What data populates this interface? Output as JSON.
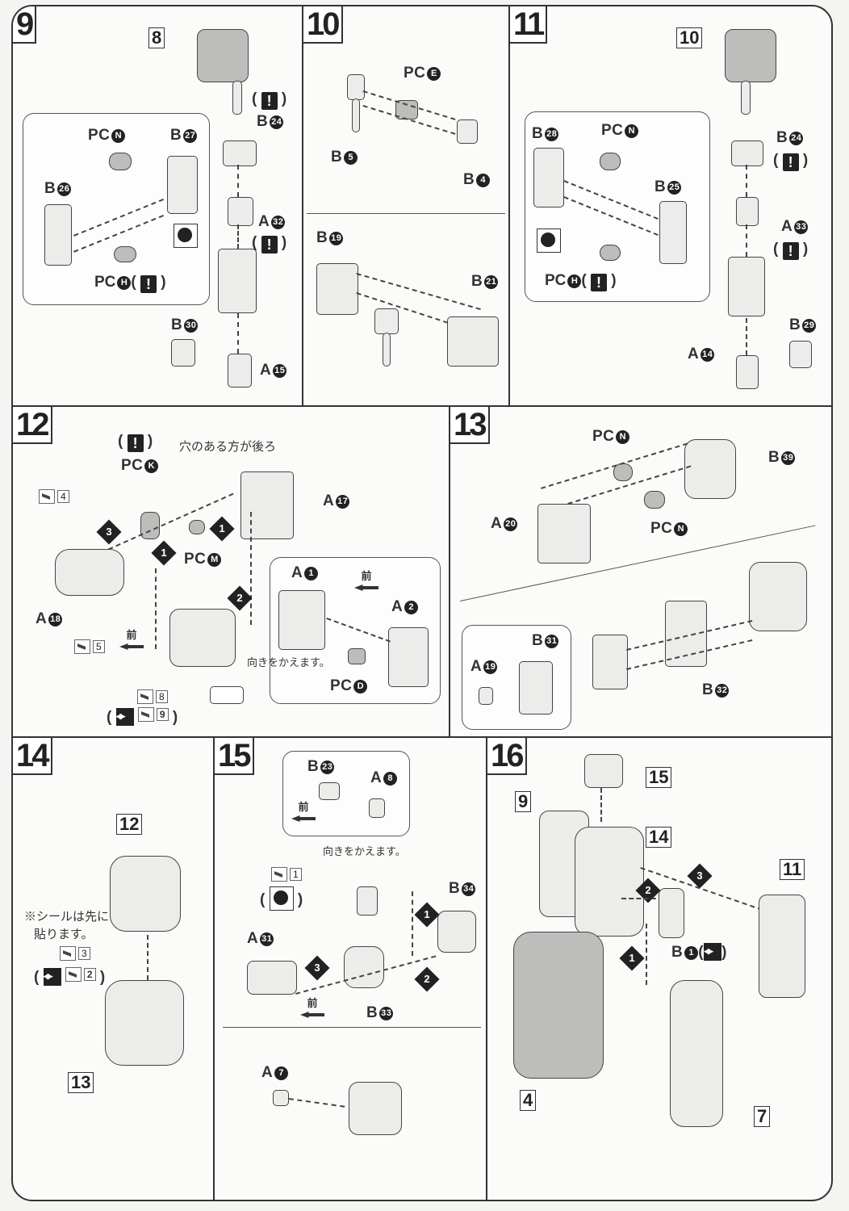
{
  "page": {
    "title": "Assembly instructions steps 9-16"
  },
  "steps": {
    "s9": {
      "number": "9",
      "ref_subassembly": "8",
      "inset_labels": [
        "PC",
        "B",
        "B"
      ],
      "pc_n": "PC",
      "pc_n_id": "N",
      "b27": "B",
      "b27_id": "27",
      "b26": "B",
      "b26_id": "26",
      "pc_h": "PC",
      "pc_h_id": "H",
      "b24": "B",
      "b24_id": "24",
      "a32": "A",
      "a32_id": "32",
      "b30": "B",
      "b30_id": "30",
      "a15": "A",
      "a15_id": "15",
      "warn": "!"
    },
    "s10": {
      "number": "10",
      "pc_e": "PC",
      "pc_e_id": "E",
      "b5": "B",
      "b5_id": "5",
      "b4": "B",
      "b4_id": "4",
      "b19": "B",
      "b19_id": "19",
      "b21": "B",
      "b21_id": "21"
    },
    "s11": {
      "number": "11",
      "ref_subassembly": "10",
      "b28": "B",
      "b28_id": "28",
      "pc_n": "PC",
      "pc_n_id": "N",
      "b25": "B",
      "b25_id": "25",
      "pc_h": "PC",
      "pc_h_id": "H",
      "b24": "B",
      "b24_id": "24",
      "a33": "A",
      "a33_id": "33",
      "a14": "A",
      "a14_id": "14",
      "b29": "B",
      "b29_id": "29",
      "warn": "!"
    },
    "s12": {
      "number": "12",
      "note_hole_back": "穴のある方が後ろ",
      "pc_k": "PC",
      "pc_k_id": "K",
      "a17": "A",
      "a17_id": "17",
      "pc_m": "PC",
      "pc_m_id": "M",
      "a18": "A",
      "a18_id": "18",
      "a1": "A",
      "a1_id": "1",
      "a2": "A",
      "a2_id": "2",
      "pc_d": "PC",
      "pc_d_id": "D",
      "front": "前",
      "note_turn": "向きをかえます。",
      "sticker_4": "4",
      "sticker_5": "5",
      "sticker_8": "8",
      "sticker_9": "9",
      "seq": [
        "1",
        "2",
        "3",
        "1"
      ],
      "warn": "!"
    },
    "s13": {
      "number": "13",
      "pc_n_top": "PC",
      "pc_n_top_id": "N",
      "b39": "B",
      "b39_id": "39",
      "a20": "A",
      "a20_id": "20",
      "pc_n_bottom": "PC",
      "pc_n_bottom_id": "N",
      "a19": "A",
      "a19_id": "19",
      "b31": "B",
      "b31_id": "31",
      "b32": "B",
      "b32_id": "32"
    },
    "s14": {
      "number": "14",
      "ref_top": "12",
      "ref_bottom": "13",
      "note_sticker_first_1": "※シールは先に",
      "note_sticker_first_2": "貼ります。",
      "sticker_3": "3",
      "sticker_2": "2"
    },
    "s15": {
      "number": "15",
      "b23": "B",
      "b23_id": "23",
      "a8": "A",
      "a8_id": "8",
      "front": "前",
      "note_turn": "向きをかえます。",
      "sticker_1": "1",
      "b34": "B",
      "b34_id": "34",
      "a31": "A",
      "a31_id": "31",
      "b33": "B",
      "b33_id": "33",
      "a7": "A",
      "a7_id": "7",
      "seq": [
        "1",
        "2",
        "3"
      ]
    },
    "s16": {
      "number": "16",
      "ref_15": "15",
      "ref_9": "9",
      "ref_14": "14",
      "ref_11": "11",
      "ref_4": "4",
      "ref_7": "7",
      "b1": "B",
      "b1_id": "1",
      "seq": [
        "1",
        "2",
        "3"
      ]
    }
  }
}
